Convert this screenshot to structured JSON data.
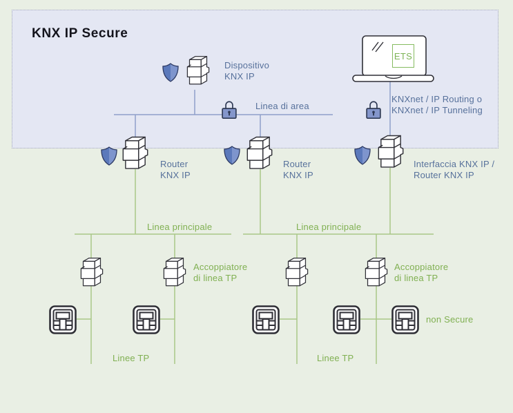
{
  "diagram": {
    "title": "KNX IP Secure",
    "labels": {
      "dispositivo_knx_ip": "Dispositivo\nKNX IP",
      "linea_di_area": "Linea di area",
      "knxnet_routing_tunneling": "KNXnet / IP Routing o\nKNXnet / IP Tunneling",
      "router_knx_ip_1": "Router\nKNX IP",
      "router_knx_ip_2": "Router\nKNX IP",
      "interfaccia_router": "Interfaccia KNX IP /\nRouter KNX IP",
      "linea_principale_1": "Linea principale",
      "linea_principale_2": "Linea principale",
      "accoppiatore_1": "Accoppiatore\ndi linea TP",
      "accoppiatore_2": "Accoppiatore\ndi linea TP",
      "linee_tp_1": "Linee TP",
      "linee_tp_2": "Linee TP",
      "non_secure": "non Secure",
      "ets": "ETS"
    },
    "icons": [
      "shield-icon",
      "lock-icon",
      "laptop-icon",
      "knx-din-device-icon",
      "tp-device-icon"
    ],
    "colors": {
      "background": "#e9efe4",
      "secure_zone_bg": "#e4e7f3",
      "secure_zone_border": "#a3a7bb",
      "blue_line": "#8e9fc9",
      "blue_text": "#57719b",
      "green_line": "#a9c787",
      "green_text": "#80b052",
      "shield_dark": "#5b79bb",
      "shield_light": "#7e95cd",
      "lock_body": "#8496cb",
      "ets_green": "#86bb60",
      "device_outline": "#2f2f36",
      "title_text": "#14141c"
    }
  }
}
